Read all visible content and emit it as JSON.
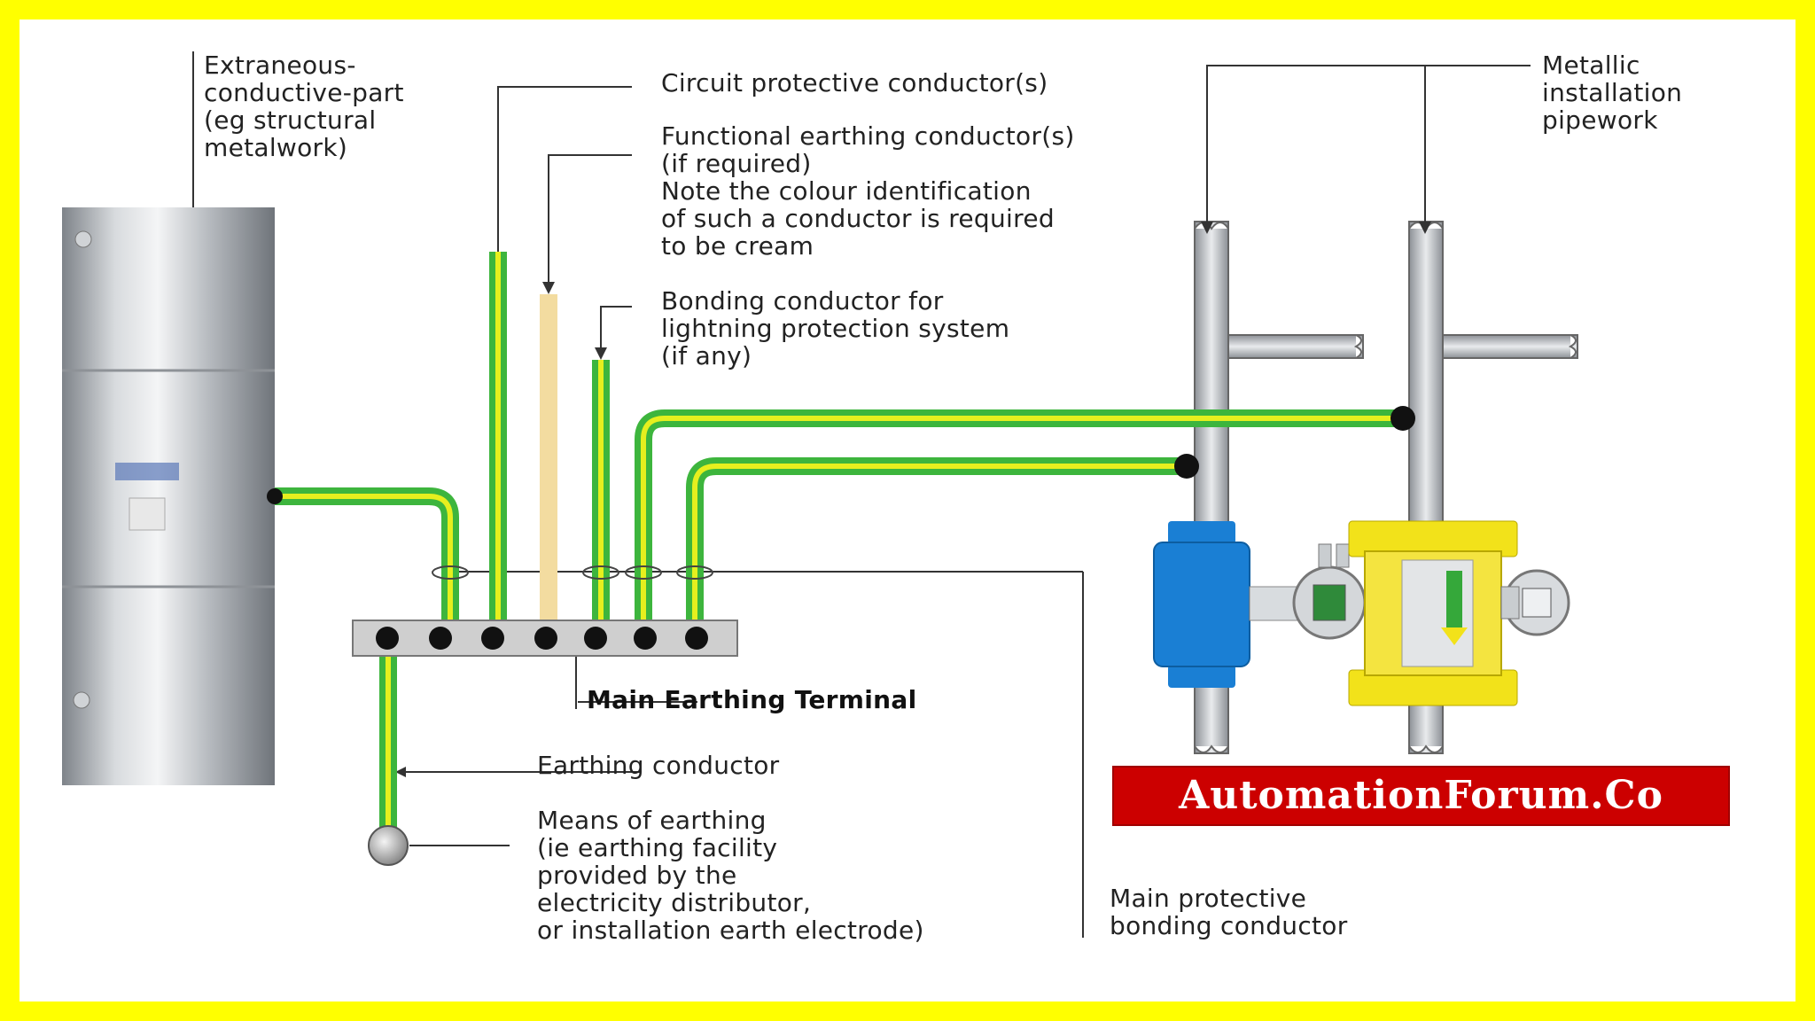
{
  "labels": {
    "extraneous": "Extraneous-\nconductive-part\n(eg structural\nmetalwork)",
    "cpc": "Circuit protective conductor(s)",
    "functional": "Functional earthing conductor(s)\n(if required)\nNote the colour identification\nof such a conductor is required\nto be cream",
    "lightning": "Bonding conductor for\nlightning protection system\n(if any)",
    "pipework": "Metallic\ninstallation\npipework",
    "met": "Main Earthing Terminal",
    "earthing_conductor": "Earthing conductor",
    "means": "Means of earthing\n(ie earthing facility\nprovided by the\nelectricity distributor,\nor installation earth electrode)",
    "main_bonding": "Main protective\nbonding conductor"
  },
  "brand": "AutomationForum.Co",
  "colors": {
    "frame": "#ffff00",
    "conductor_green": "#3db53d",
    "conductor_yellow": "#e6ef1e",
    "cream": "#f3dca0",
    "meter_blue": "#1a7fd4",
    "meter_yellow": "#f2e21a",
    "brand_red": "#cc0000"
  }
}
